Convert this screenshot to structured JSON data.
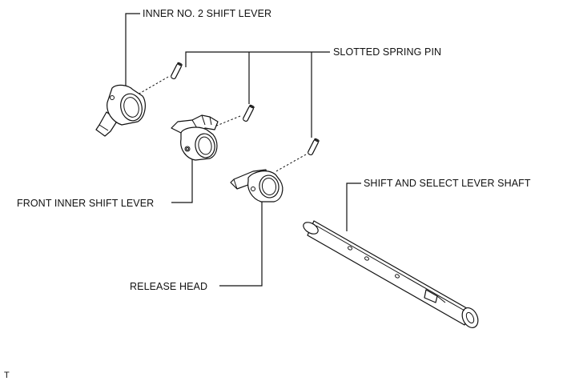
{
  "labels": {
    "inner_no2_shift_lever": "INNER NO. 2 SHIFT LEVER",
    "slotted_spring_pin": "SLOTTED SPRING PIN",
    "front_inner_shift_lever": "FRONT INNER SHIFT LEVER",
    "shift_and_select_lever_shaft": "SHIFT AND SELECT LEVER SHAFT",
    "release_head": "RELEASE HEAD"
  },
  "corner_mark": "T"
}
